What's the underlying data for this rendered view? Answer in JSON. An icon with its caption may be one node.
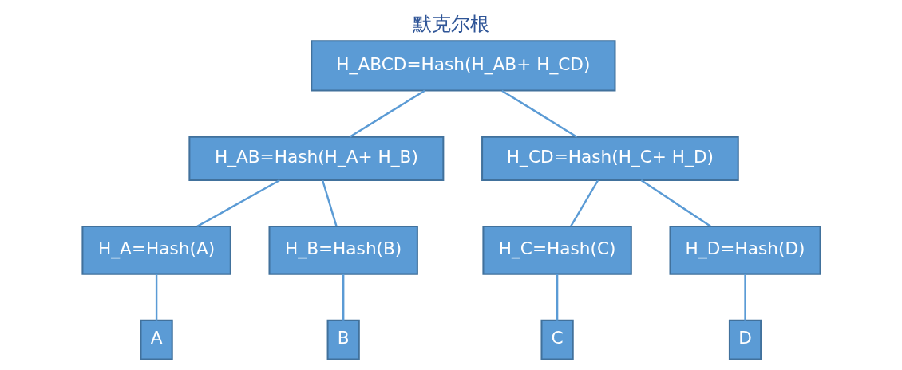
{
  "diagram": {
    "title": "默克尔根",
    "nodes": [
      {
        "text": [
          "H_ABCD=Hash(H_AB+ H_CD)"
        ]
      },
      {
        "text": [
          "H_AB=Hash(H_A+ H_B)"
        ]
      },
      {
        "text": [
          "H_CD=Hash(H_C+ H_D)"
        ]
      },
      {
        "text": [
          "H_A=Hash(A)"
        ]
      },
      {
        "text": [
          "H_B=Hash(B)"
        ]
      },
      {
        "text": [
          "H_C=Hash(C)"
        ]
      },
      {
        "text": [
          "H_D=Hash(D)"
        ]
      },
      {
        "text": [
          "A"
        ]
      },
      {
        "text": [
          "B"
        ]
      },
      {
        "text": [
          "C"
        ]
      },
      {
        "text": [
          "D"
        ]
      }
    ],
    "edges": [
      {
        "from": 0,
        "to": 1,
        "arrow": "none"
      },
      {
        "from": 0,
        "to": 2,
        "arrow": "none"
      },
      {
        "from": 1,
        "to": 3,
        "arrow": "none"
      },
      {
        "from": 1,
        "to": 4,
        "arrow": "none"
      },
      {
        "from": 2,
        "to": 5,
        "arrow": "none"
      },
      {
        "from": 2,
        "to": 6,
        "arrow": "none"
      },
      {
        "from": 3,
        "to": 7,
        "arrow": "none"
      },
      {
        "from": 4,
        "to": 8,
        "arrow": "none"
      },
      {
        "from": 5,
        "to": 9,
        "arrow": "none"
      },
      {
        "from": 6,
        "to": 10,
        "arrow": "none"
      }
    ]
  }
}
